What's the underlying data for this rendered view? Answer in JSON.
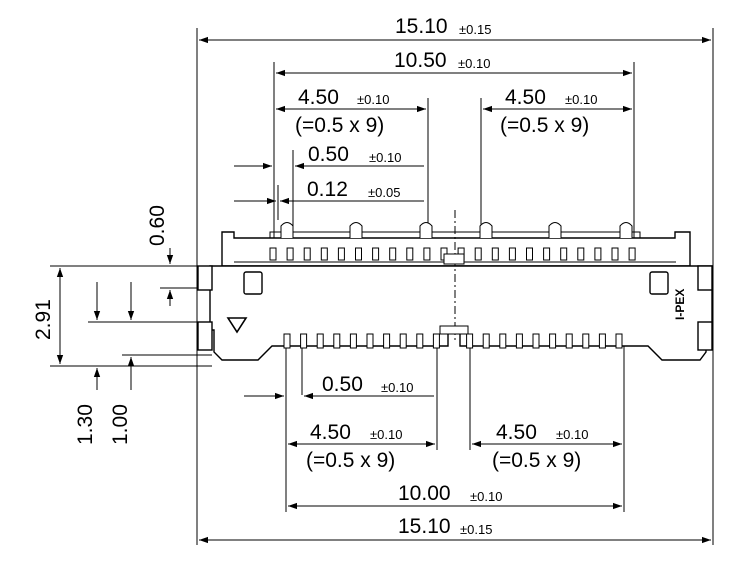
{
  "dims": {
    "top_width": {
      "value": "15.10",
      "tol": "±0.15"
    },
    "top_pitch": {
      "value": "10.50",
      "tol": "±0.10"
    },
    "top_left_group": {
      "value": "4.50",
      "tol": "±0.10",
      "note": "(=0.5 x 9)"
    },
    "top_right_group": {
      "value": "4.50",
      "tol": "±0.10",
      "note": "(=0.5 x 9)"
    },
    "top_pin_pitch": {
      "value": "0.50",
      "tol": "±0.10"
    },
    "top_pin_width": {
      "value": "0.12",
      "tol": "±0.05"
    },
    "left_height": {
      "value": "2.91"
    },
    "left_small": {
      "value": "0.60"
    },
    "left_1_30": {
      "value": "1.30"
    },
    "left_1_00": {
      "value": "1.00"
    },
    "bottom_pin_pitch": {
      "value": "0.50",
      "tol": "±0.10"
    },
    "bottom_left_group": {
      "value": "4.50",
      "tol": "±0.10",
      "note": "(=0.5 x 9)"
    },
    "bottom_right_group": {
      "value": "4.50",
      "tol": "±0.10",
      "note": "(=0.5 x 9)"
    },
    "bottom_pitch": {
      "value": "10.00",
      "tol": "±0.10"
    },
    "bottom_width": {
      "value": "15.10",
      "tol": "±0.15"
    }
  },
  "marking": "I-PEX"
}
